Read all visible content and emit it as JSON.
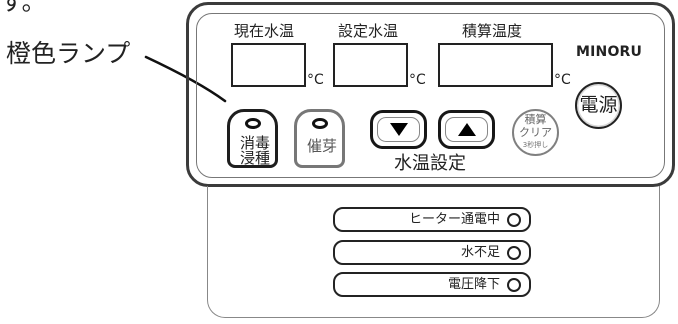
{
  "top_fragment": "す。",
  "callout": {
    "label": "橙色ランプ"
  },
  "panel": {
    "current_temp_label": "現在水温",
    "set_temp_label": "設定水温",
    "cumulative_temp_label": "積算温度",
    "celsius_unit": "°C",
    "brand": "MINORU",
    "power_label": "電源",
    "soak_line1": "消毒",
    "soak_line2": "浸種",
    "germinate_label": "催芽",
    "water_setting_label": "水温設定",
    "clear_top": "積算",
    "clear_mid": "クリア",
    "clear_bottom": "3秒押し"
  },
  "indicators": [
    {
      "label": "ヒーター通電中"
    },
    {
      "label": "水不足"
    },
    {
      "label": "電圧降下"
    }
  ]
}
